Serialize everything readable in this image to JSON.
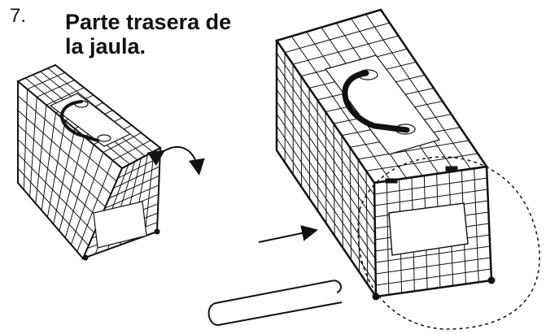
{
  "step": {
    "number": "7.",
    "title_lines": [
      "Parte trasera de",
      "la jaula."
    ]
  },
  "illustration": {
    "small_cage": "cage-wire-trap-small",
    "large_cage": "cage-wire-trap-large",
    "rotate_arrow": "curved-double-arrow-icon",
    "insert_arrow": "right-arrow-icon",
    "rod": "wire-rod",
    "detail_circle": "dashed-detail-circle",
    "line_color": "#111111",
    "background": "#ffffff"
  }
}
